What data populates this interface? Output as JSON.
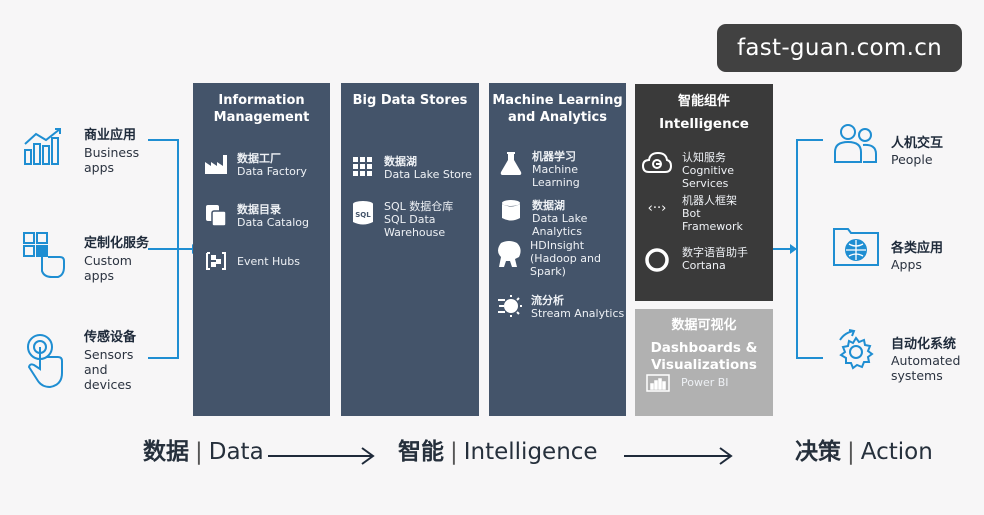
{
  "colors": {
    "panel_blue": "#44546a",
    "panel_dark": "#3a3a3a",
    "panel_gray": "#b1b1b1",
    "accent_blue": "#1f8ed2"
  },
  "watermark": "fast-guan.com.cn",
  "inputs": [
    {
      "zh": "商业应用",
      "en": "Business\napps",
      "icon": "bar-chart-icon"
    },
    {
      "zh": "定制化服务",
      "en": "Custom\napps",
      "icon": "touch-grid-icon"
    },
    {
      "zh": "传感设备",
      "en": "Sensors\nand\ndevices",
      "icon": "finger-tap-icon"
    }
  ],
  "panels": {
    "info_mgmt": {
      "title": "Information\nManagement",
      "items": [
        {
          "zh": "数据工厂",
          "en": "Data Factory",
          "icon": "factory-icon"
        },
        {
          "zh": "数据目录",
          "en": "Data Catalog",
          "icon": "catalog-icon"
        },
        {
          "zh": "",
          "en": "Event Hubs",
          "icon": "event-hubs-icon"
        }
      ]
    },
    "big_data": {
      "title": "Big Data Stores",
      "items": [
        {
          "zh": "数据湖",
          "en": "Data Lake Store",
          "icon": "data-lake-store-icon"
        },
        {
          "zh": "",
          "en": "SQL 数据仓库\nSQL Data\nWarehouse",
          "icon": "sql-icon",
          "icon_text": "SQL"
        }
      ]
    },
    "ml": {
      "title": "Machine Learning\nand Analytics",
      "items": [
        {
          "zh": "机器学习",
          "en": "Machine\nLearning",
          "icon": "flask-icon"
        },
        {
          "zh": "数据湖",
          "en": "Data Lake\nAnalytics",
          "icon": "data-lake-analytics-icon"
        },
        {
          "zh": "",
          "en": "HDInsight\n(Hadoop and\nSpark)",
          "icon": "hdinsight-icon"
        },
        {
          "zh": "流分析",
          "en": "Stream Analytics",
          "icon": "stream-analytics-icon"
        }
      ]
    },
    "intelligence": {
      "title_zh": "智能组件",
      "title_en": "Intelligence",
      "items": [
        {
          "zh": "",
          "en": "认知服务\nCognitive\nServices",
          "icon": "cognitive-icon"
        },
        {
          "zh": "",
          "en": "机器人框架\nBot\nFramework",
          "icon": "bot-icon",
          "icon_text": "‹··›"
        },
        {
          "zh": "",
          "en": "数字语音助手\nCortana",
          "icon": "cortana-icon"
        }
      ]
    },
    "viz": {
      "title_zh": "数据可视化",
      "title_en": "Dashboards &\nVisualizations",
      "items": [
        {
          "zh": "",
          "en": "Power BI",
          "icon": "power-bi-icon"
        }
      ]
    }
  },
  "outputs": [
    {
      "zh": "人机交互",
      "en": "People",
      "icon": "people-icon"
    },
    {
      "zh": "各类应用",
      "en": "Apps",
      "icon": "globe-window-icon"
    },
    {
      "zh": "自动化系统",
      "en": "Automated\nsystems",
      "icon": "gear-cycle-icon"
    }
  ],
  "bottom": {
    "data": {
      "zh": "数据",
      "en": "Data"
    },
    "intelligence": {
      "zh": "智能",
      "en": "Intelligence"
    },
    "action": {
      "zh": "决策",
      "en": "Action"
    },
    "separator": "|"
  }
}
